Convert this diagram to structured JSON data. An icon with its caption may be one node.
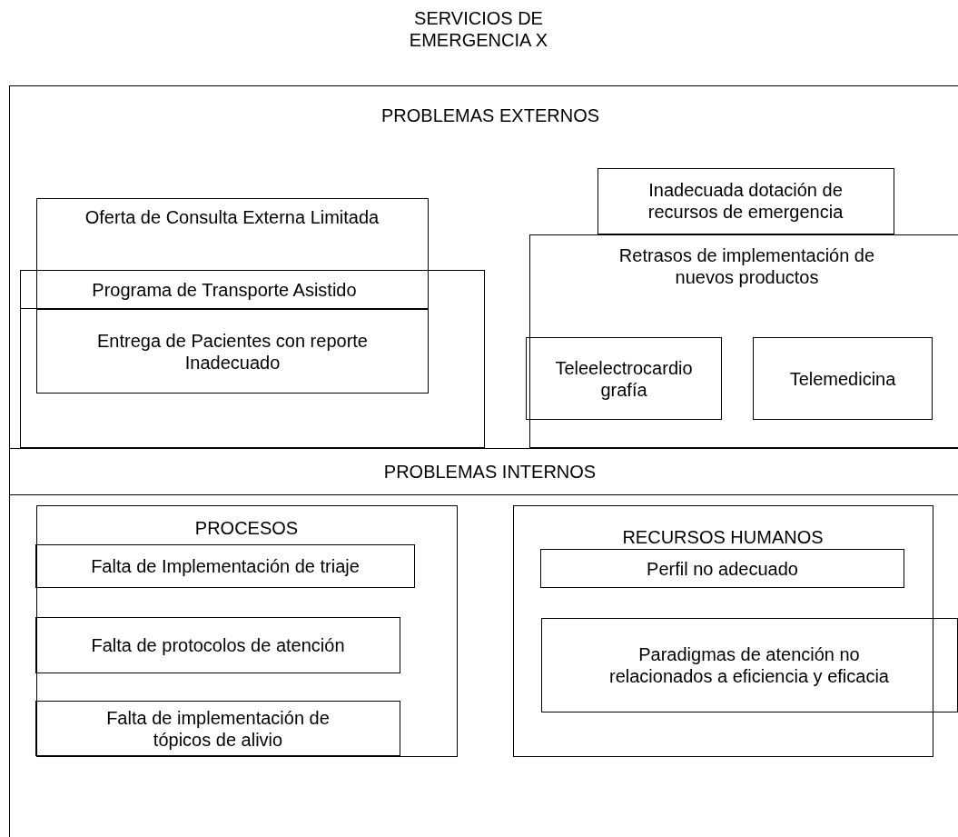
{
  "diagram": {
    "title": "SERVICIOS DE EMERGENCIA X",
    "nodes": [
      {
        "text": [
          "PROBLEMAS EXTERNOS"
        ]
      },
      {
        "text": [
          "Oferta de Consulta Externa Limitada"
        ],
        "in": 0
      },
      {
        "text": [
          "Programa de Transporte Asistido"
        ]
      },
      {
        "text": [],
        "shape": "box",
        "in": 0
      },
      {
        "text": [
          "Entrega de Pacientes con reporte Inadecuado"
        ]
      },
      {
        "text": [
          "Inadecuada dotación de recursos de emergencia"
        ],
        "in": 0
      },
      {
        "text": [
          "Retrasos de implementación de nuevos productos"
        ],
        "in": 0
      },
      {
        "text": [
          "Teleelectrocardio grafía"
        ],
        "in": 6
      },
      {
        "text": [
          "Telemedicina"
        ],
        "in": 6
      },
      {
        "text": [
          "PROBLEMAS INTERNOS"
        ],
        "in": 0
      },
      {
        "text": [
          "PROCESOS"
        ],
        "in": 0
      },
      {
        "text": [
          "Falta de Implementación de triaje"
        ],
        "in": 10
      },
      {
        "text": [
          "Falta de protocolos de atención"
        ],
        "in": 10
      },
      {
        "text": [
          "Falta de implementación de tópicos de alivio"
        ],
        "in": 10
      },
      {
        "text": [
          "RECURSOS HUMANOS"
        ],
        "in": 0
      },
      {
        "text": [
          "Perfil no adecuado"
        ],
        "in": 14
      },
      {
        "text": [
          "Paradigmas de atención no relacionados a eficiencia y eficacia"
        ],
        "in": 0
      }
    ]
  }
}
